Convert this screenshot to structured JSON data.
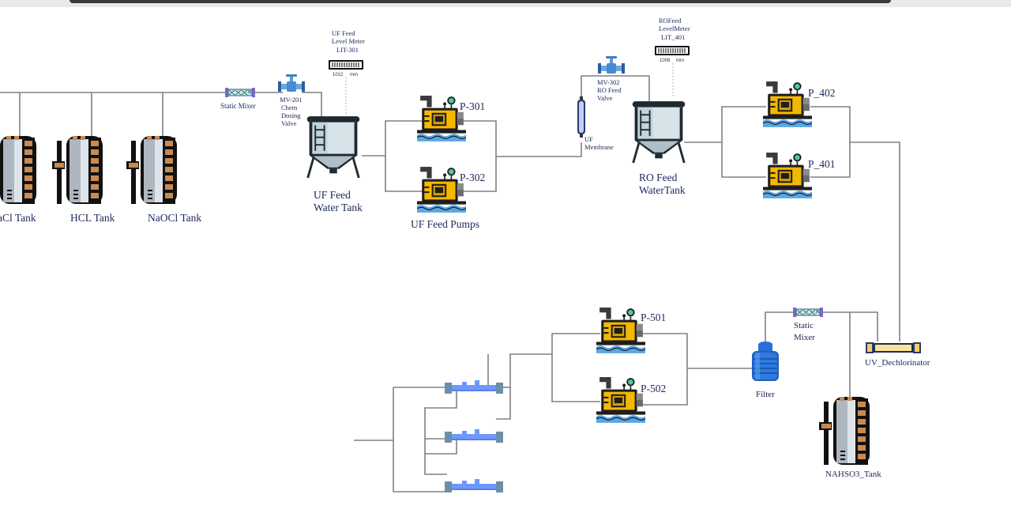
{
  "tanks": {
    "nacl": "aCl Tank",
    "hcl": "HCL Tank",
    "naocl": "NaOCl Tank",
    "uf_feed_line1": "UF Feed",
    "uf_feed_line2": "Water Tank",
    "ro_feed_line1": "RO Feed",
    "ro_feed_line2": "WaterTank",
    "nahso3": "NAHSO3_Tank"
  },
  "mixers": {
    "static_mixer_1": "Static Mixer",
    "static_mixer_2_line1": "Static",
    "static_mixer_2_line2": "Mixer"
  },
  "valves": {
    "mv201": [
      "MV-201",
      "Chem",
      "Dosing",
      "Valve"
    ],
    "mv302": [
      "MV-302",
      "RO Feed",
      "Valve"
    ]
  },
  "meters": {
    "lit301_label": [
      "UF Feed",
      "Level Meter",
      "LIT-301"
    ],
    "lit301_value": "1012",
    "lit301_unit": "mm",
    "lit401_label": [
      "ROFeed",
      "LevelMeter",
      "LIT_401"
    ],
    "lit401_value": "1008",
    "lit401_unit": "mm"
  },
  "pumps": {
    "p301": "P-301",
    "p302": "P-302",
    "uf_group": "UF Feed Pumps",
    "p402": "P_402",
    "p401": "P_401",
    "p501": "P-501",
    "p502": "P-502"
  },
  "membrane": {
    "line1": "UF",
    "line2": "Membrane"
  },
  "filter": "Filter",
  "uv": "UV_Dechlorinator",
  "colors": {
    "pipe": "#808080",
    "label": "#1f2a60",
    "pump_body": "#f5b800",
    "tank_body": "#d6e4ea",
    "membrane_blue": "#6f98ff",
    "filter_blue": "#2a6fd6",
    "uv_body": "#fbe49a"
  }
}
